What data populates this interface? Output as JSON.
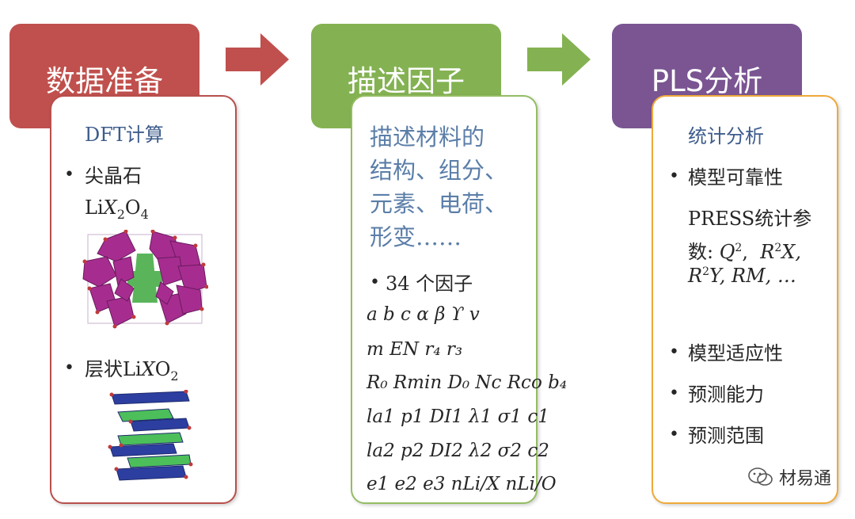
{
  "steps": [
    {
      "title": "数据准备",
      "color": "#c0504d"
    },
    {
      "title": "描述因子",
      "color": "#84b252"
    },
    {
      "title": "PLS分析",
      "color": "#7a5592"
    }
  ],
  "card1": {
    "subtitle": "DFT计算",
    "item1": "尖晶石",
    "formula1": {
      "base": "Li",
      "x": "X",
      "s1": "2",
      "o": "O",
      "s2": "4"
    },
    "item2": "层状",
    "formula2": {
      "base": "Li",
      "x": "X",
      "o": "O",
      "s": "2"
    }
  },
  "card2": {
    "desc_lines": [
      "描述材料的",
      "结构、组分、",
      "元素、电荷、",
      "形变……"
    ],
    "factor_count": "34 个因子",
    "rows": [
      "a b c α β ϒ v",
      "m EN r₄ r₃",
      "R₀ Rmin D₀ Nc Rco b₄",
      "la1 p1 DI1 λ1 σ1 c1",
      "la2 p2 DI2 λ2 σ2 c2",
      "e1 e2 e3 nLi/X nLi/O"
    ]
  },
  "card3": {
    "subtitle": "统计分析",
    "item1": "模型可靠性",
    "press_line1": "PRESS统计参",
    "press_line2_prefix": "数:",
    "item2": "模型适应性",
    "item3": "预测能力",
    "item4": "预测范围"
  },
  "watermark": "材易通"
}
